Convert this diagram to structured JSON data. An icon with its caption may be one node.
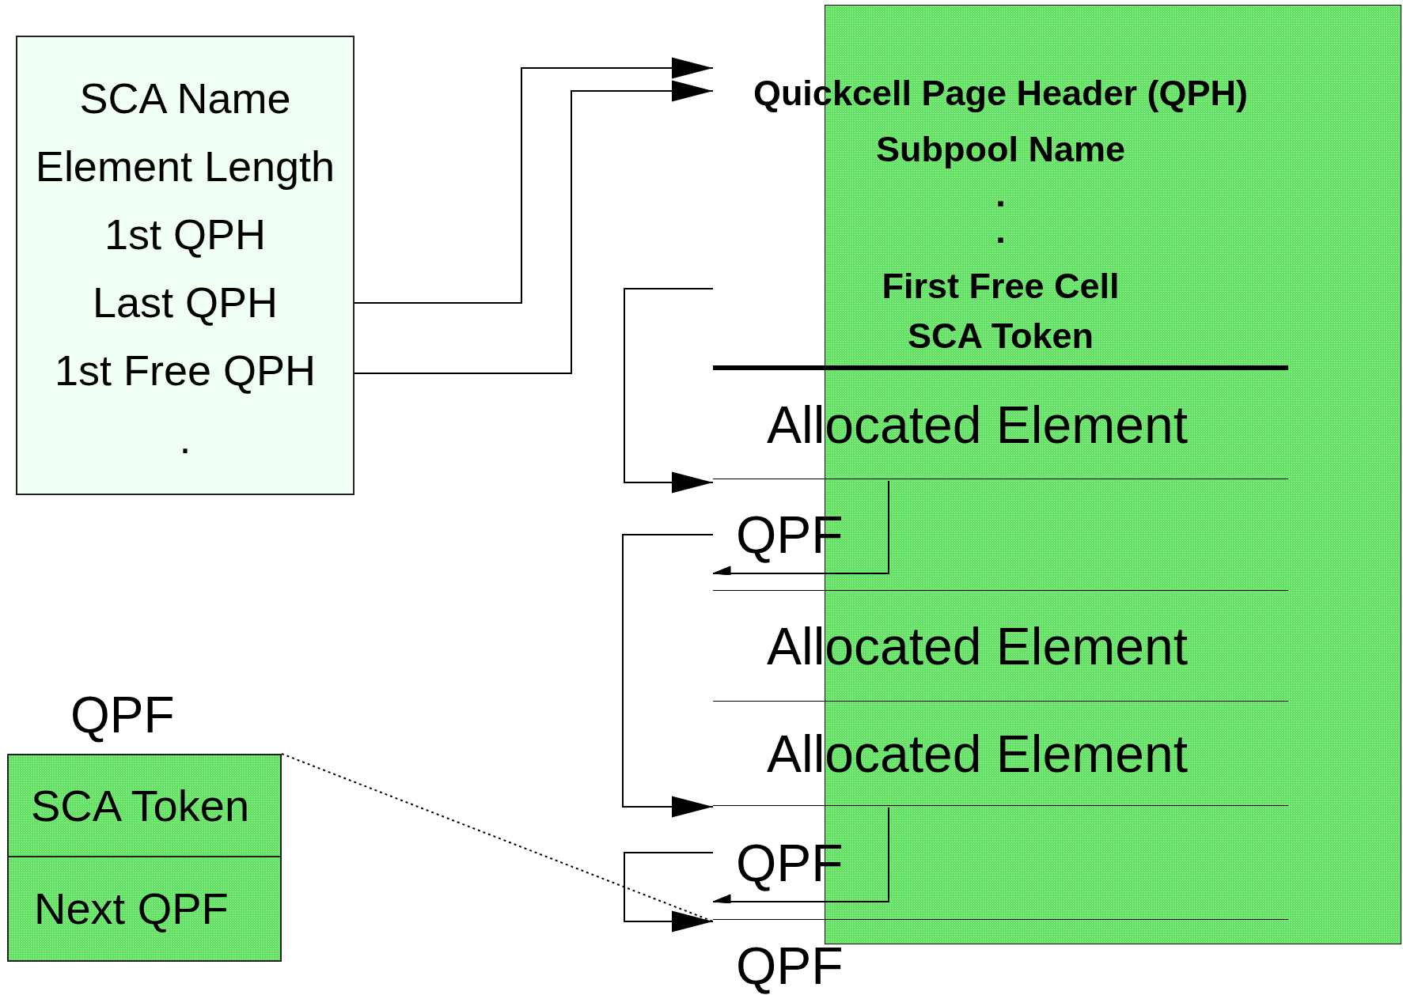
{
  "diagram": {
    "nodes": [
      {
        "text": [
          "SCA Name",
          "Element Length",
          "1st QPH",
          "Last QPH",
          "1st Free QPH",
          "."
        ]
      },
      {
        "text": [
          "Quickcell Page Header (QPH)",
          "Subpool Name",
          ".",
          ".",
          "First Free Cell",
          "SCA Token"
        ]
      },
      {
        "text": [
          "Allocated Element"
        ]
      },
      {
        "text": [
          "QPF"
        ]
      },
      {
        "text": [
          "Allocated Element"
        ]
      },
      {
        "text": [
          "Allocated Element"
        ]
      },
      {
        "text": [
          "QPF"
        ]
      },
      {
        "text": [
          "QPF"
        ]
      },
      {
        "text": [
          "QPF",
          "SCA Token",
          "Next QPF"
        ]
      }
    ],
    "edges": [
      {
        "from": 0,
        "to": 1,
        "arrow": "to"
      },
      {
        "from": 0,
        "to": 1,
        "arrow": "to"
      },
      {
        "from": 1,
        "to": 3,
        "arrow": "to"
      },
      {
        "from": 3,
        "to": 3,
        "arrow": "to"
      },
      {
        "from": 3,
        "to": 6,
        "arrow": "to"
      },
      {
        "from": 6,
        "to": 6,
        "arrow": "to"
      },
      {
        "from": 6,
        "to": 7,
        "arrow": "to"
      },
      {
        "from": 8,
        "to": 7,
        "arrow": "none",
        "style": "dashed"
      }
    ]
  }
}
